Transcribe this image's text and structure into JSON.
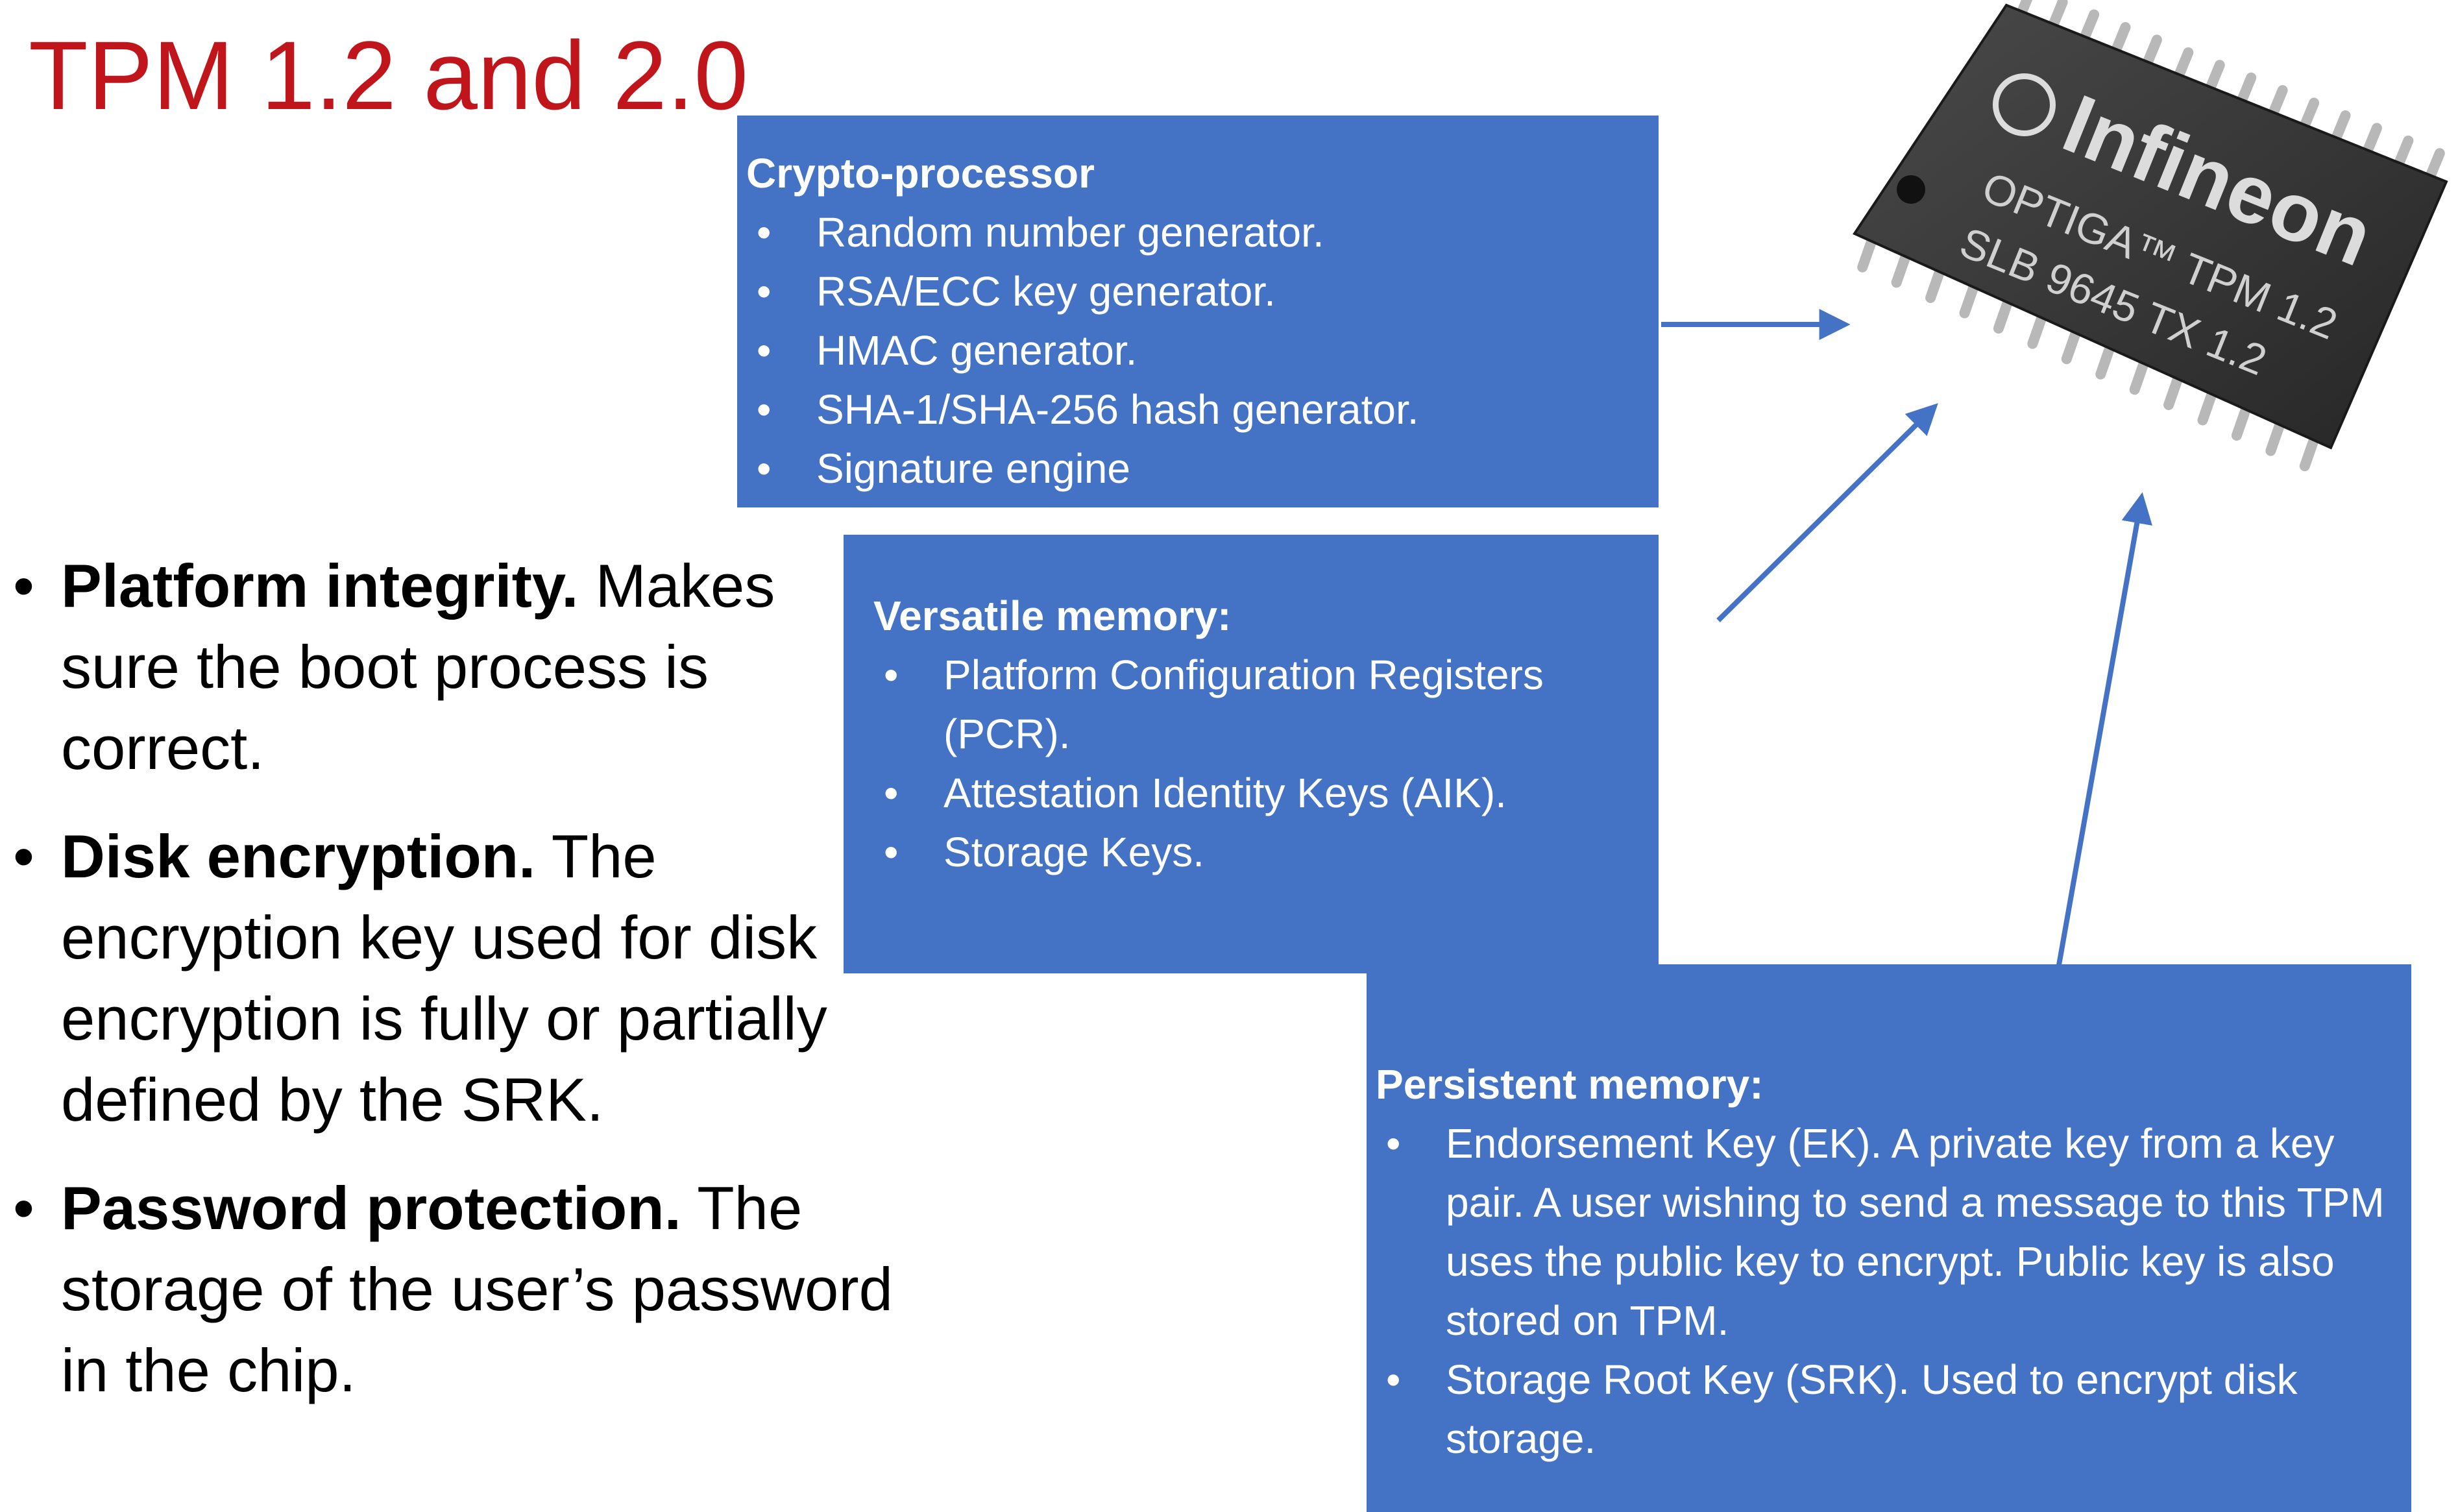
{
  "slide": {
    "title": "TPM 1.2 and 2.0"
  },
  "crypto_processor": {
    "heading": "Crypto-processor",
    "items": [
      "Random number generator.",
      "RSA/ECC key generator.",
      "HMAC generator.",
      "SHA-1/SHA-256 hash generator.",
      "Signature engine"
    ]
  },
  "versatile_memory": {
    "heading": "Versatile memory:",
    "items": [
      "Platform Configuration Registers (PCR).",
      "Attestation Identity Keys (AIK).",
      "Storage Keys."
    ]
  },
  "persistent_memory": {
    "heading": "Persistent memory:",
    "items": [
      "Endorsement Key (EK). A private key from a key pair. A user wishing to send a message to this TPM uses the public key to encrypt. Public key is also stored on TPM.",
      "Storage Root Key (SRK). Used to encrypt disk storage."
    ]
  },
  "features": [
    {
      "term": "Platform integrity.",
      "text": " Makes sure the boot process is correct."
    },
    {
      "term": "Disk encryption.",
      "text": " The encryption key used for disk encryption is fully or partially defined by the SRK."
    },
    {
      "term": "Password protection.",
      "text": " The storage of the user’s password in the chip."
    }
  ],
  "chip": {
    "brand": "Infineon",
    "line1": "OPTIGA™ TPM 1.2",
    "line2": "SLB 9645 TX 1.2"
  },
  "colors": {
    "title": "#c0161b",
    "box_fill": "#4472c4",
    "arrow": "#4472c4",
    "chip_body": "#3a3a3a"
  }
}
